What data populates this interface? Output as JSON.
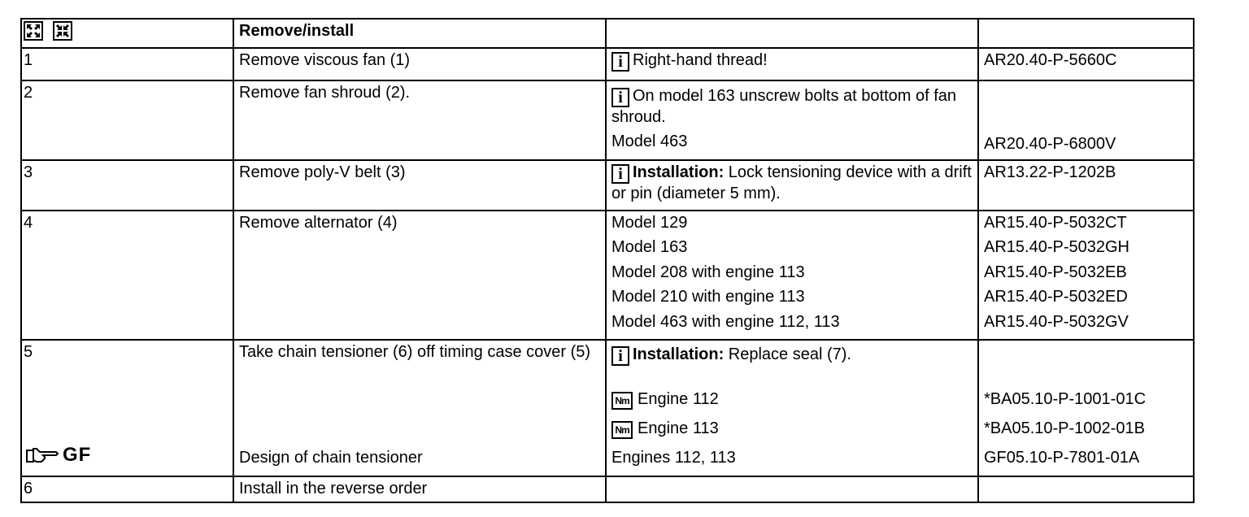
{
  "header": {
    "col2": "Remove/install",
    "icons": [
      "expand-arrows-icon",
      "collapse-arrows-icon"
    ]
  },
  "rows": [
    {
      "step": "1",
      "action": "Remove viscous fan (1)",
      "note": "Right-hand thread!",
      "ref": "AR20.40-P-5660C"
    },
    {
      "step": "2",
      "action": "Remove fan shroud (2).",
      "note": "On model 163 unscrew bolts at bottom of fan shroud.",
      "model": "Model 463",
      "ref": "AR20.40-P-6800V"
    },
    {
      "step": "3",
      "action": "Remove poly-V belt (3)",
      "note_bold": "Installation:",
      "note": " Lock tensioning device with a drift or pin (diameter 5 mm).",
      "ref": "AR13.22-P-1202B"
    },
    {
      "step": "4",
      "action": "Remove alternator (4)",
      "models": [
        "Model 129",
        "Model 163",
        "Model 208 with engine 113",
        "Model 210 with engine 113",
        "Model 463 with engine 112, 113"
      ],
      "refs": [
        "AR15.40-P-5032CT",
        "AR15.40-P-5032GH",
        "AR15.40-P-5032EB",
        "AR15.40-P-5032ED",
        "AR15.40-P-5032GV"
      ]
    },
    {
      "step": "5",
      "action": "Take chain tensioner (6) off timing case cover (5)",
      "note_bold": "Installation:",
      "note": " Replace seal (7).",
      "torque_icon": "Nm",
      "engines": [
        "Engine 112",
        "Engine 113"
      ],
      "refs": [
        "*BA05.10-P-1001-01C",
        "*BA05.10-P-1002-01B"
      ],
      "gf_label": "GF",
      "gf_action": "Design of chain tensioner",
      "gf_engines": "Engines 112, 113",
      "gf_ref": "GF05.10-P-7801-01A"
    },
    {
      "step": "6",
      "action": "Install in the reverse order"
    }
  ],
  "icons": {
    "info": "i"
  }
}
